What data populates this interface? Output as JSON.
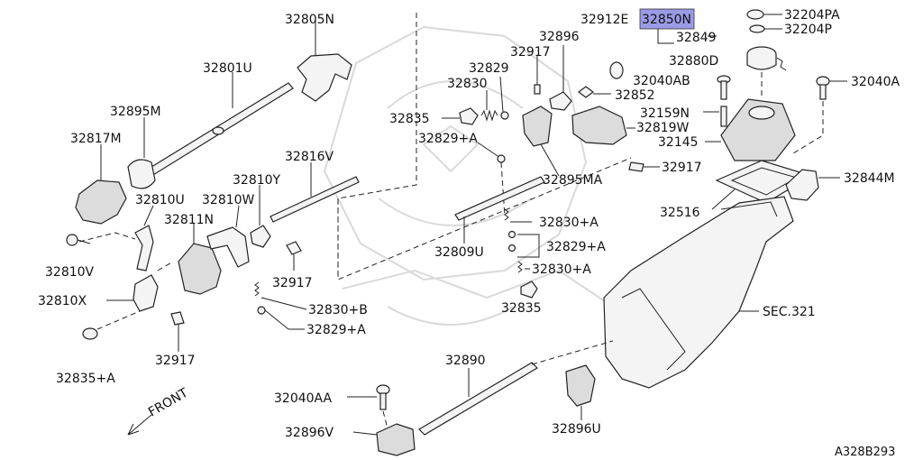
{
  "diagram": {
    "reference_code": "A328B293",
    "front_label": "FRONT",
    "highlight_color": "#9a9ae6",
    "parts": [
      {
        "id": "32805N",
        "label": "32805N"
      },
      {
        "id": "32801U",
        "label": "32801U"
      },
      {
        "id": "32895M",
        "label": "32895M"
      },
      {
        "id": "32817M",
        "label": "32817M"
      },
      {
        "id": "32810U",
        "label": "32810U"
      },
      {
        "id": "32811N",
        "label": "32811N"
      },
      {
        "id": "32810W",
        "label": "32810W"
      },
      {
        "id": "32810Y",
        "label": "32810Y"
      },
      {
        "id": "32816V",
        "label": "32816V"
      },
      {
        "id": "32810V",
        "label": "32810V"
      },
      {
        "id": "32810X",
        "label": "32810X"
      },
      {
        "id": "32917-a",
        "label": "32917"
      },
      {
        "id": "32917-b",
        "label": "32917"
      },
      {
        "id": "32917-c",
        "label": "32917"
      },
      {
        "id": "32917-d",
        "label": "32917"
      },
      {
        "id": "32835+A",
        "label": "32835+A"
      },
      {
        "id": "32830+B",
        "label": "32830+B"
      },
      {
        "id": "32829+A-a",
        "label": "32829+A"
      },
      {
        "id": "32829+A-b",
        "label": "32829+A"
      },
      {
        "id": "32829+A-c",
        "label": "32829+A"
      },
      {
        "id": "32912E",
        "label": "32912E"
      },
      {
        "id": "32896",
        "label": "32896"
      },
      {
        "id": "32829",
        "label": "32829"
      },
      {
        "id": "32830",
        "label": "32830"
      },
      {
        "id": "32835-a",
        "label": "32835"
      },
      {
        "id": "32835-b",
        "label": "32835"
      },
      {
        "id": "32852",
        "label": "32852"
      },
      {
        "id": "32819W",
        "label": "32819W"
      },
      {
        "id": "32895MA",
        "label": "32895MA"
      },
      {
        "id": "32809U",
        "label": "32809U"
      },
      {
        "id": "32830+A-a",
        "label": "32830+A"
      },
      {
        "id": "32830+A-b",
        "label": "32830+A"
      },
      {
        "id": "32850N",
        "label": "32850N"
      },
      {
        "id": "32849",
        "label": "32849"
      },
      {
        "id": "32880D",
        "label": "32880D"
      },
      {
        "id": "32204PA",
        "label": "32204PA"
      },
      {
        "id": "32204P",
        "label": "32204P"
      },
      {
        "id": "32040AB",
        "label": "32040AB"
      },
      {
        "id": "32040A",
        "label": "32040A"
      },
      {
        "id": "32159N",
        "label": "32159N"
      },
      {
        "id": "32145",
        "label": "32145"
      },
      {
        "id": "32844M",
        "label": "32844M"
      },
      {
        "id": "32516",
        "label": "32516"
      },
      {
        "id": "SEC.321",
        "label": "SEC.321"
      },
      {
        "id": "32890",
        "label": "32890"
      },
      {
        "id": "32040AA",
        "label": "32040AA"
      },
      {
        "id": "32896V",
        "label": "32896V"
      },
      {
        "id": "32896U",
        "label": "32896U"
      }
    ]
  }
}
